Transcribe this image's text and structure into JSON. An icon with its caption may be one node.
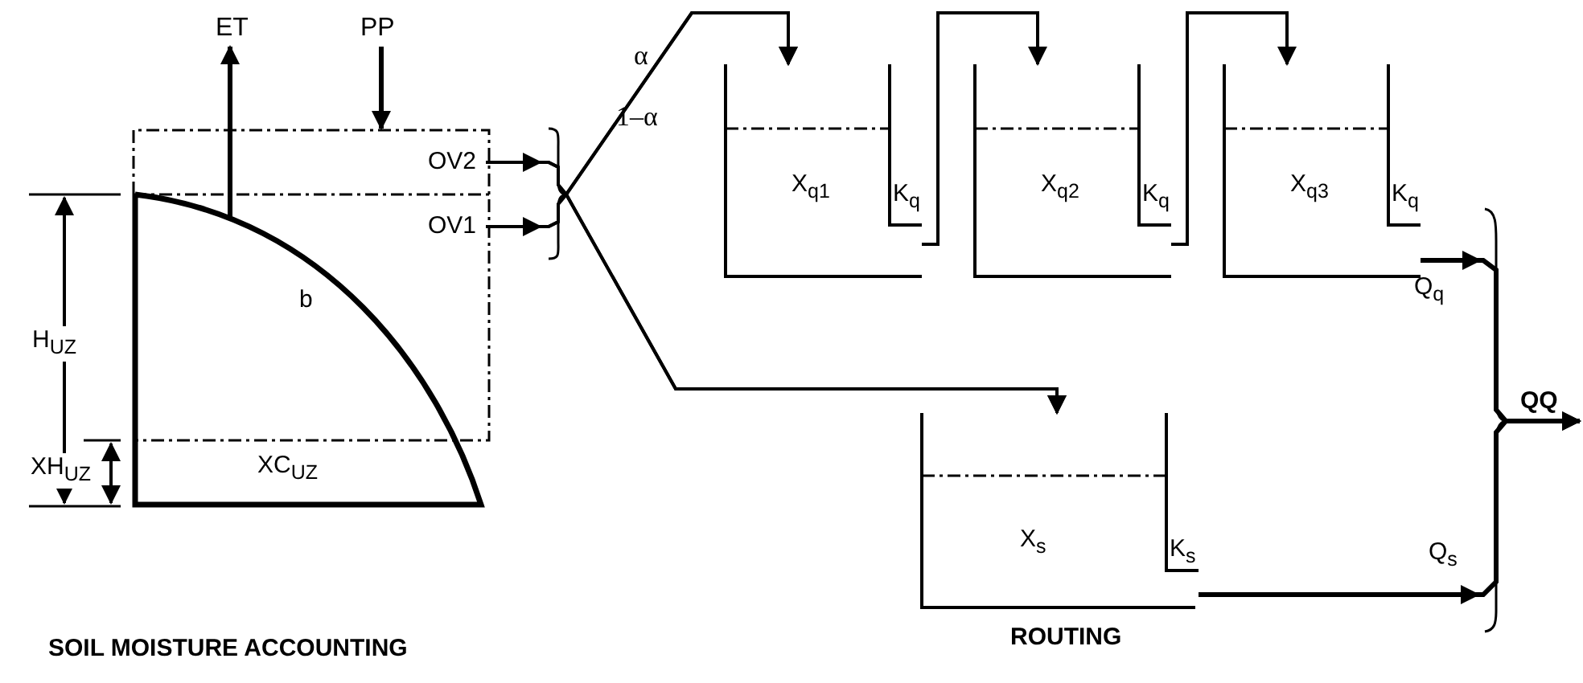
{
  "diagram": {
    "nodes": [
      {
        "text": [
          "ET"
        ]
      },
      {
        "text": [
          "PP"
        ]
      },
      {
        "text": [
          "b",
          "XC$_{UZ}$"
        ]
      },
      {
        "text": [
          "OV2"
        ]
      },
      {
        "text": [
          "OV1"
        ]
      },
      {
        "text": [
          "X$_{q1}$",
          "K$_{q}$"
        ]
      },
      {
        "text": [
          "X$_{q2}$",
          "K$_{q}$"
        ]
      },
      {
        "text": [
          "X$_{q3}$",
          "K$_{q}$"
        ]
      },
      {
        "text": [
          "X$_{s}$",
          "K$_{s}$"
        ]
      },
      {
        "text": [
          "SOIL MOISTURE ACCOUNTING"
        ]
      },
      {
        "text": [
          "ROUTING"
        ]
      },
      {
        "text": [
          "QQ"
        ]
      }
    ],
    "edges": [
      {
        "from": 2,
        "to": 0,
        "arrow": "to"
      },
      {
        "from": 1,
        "to": 2,
        "arrow": "to"
      },
      {
        "from": 3,
        "to": 5,
        "arrow": "to"
      },
      {
        "from": 3,
        "to": 8,
        "arrow": "to"
      },
      {
        "from": 4,
        "to": 5,
        "arrow": "to"
      },
      {
        "from": 4,
        "to": 8,
        "arrow": "to"
      },
      {
        "from": 5,
        "to": 6,
        "arrow": "to"
      },
      {
        "from": 6,
        "to": 7,
        "arrow": "to"
      },
      {
        "from": 7,
        "to": 11,
        "arrow": "to",
        "label": "Q$_{q}$"
      },
      {
        "from": 8,
        "to": 11,
        "arrow": "to",
        "label": "Q$_{s}$"
      }
    ],
    "labels": [
      "α",
      "1–α",
      "H$_{UZ}$",
      "XH$_{UZ}$"
    ]
  }
}
